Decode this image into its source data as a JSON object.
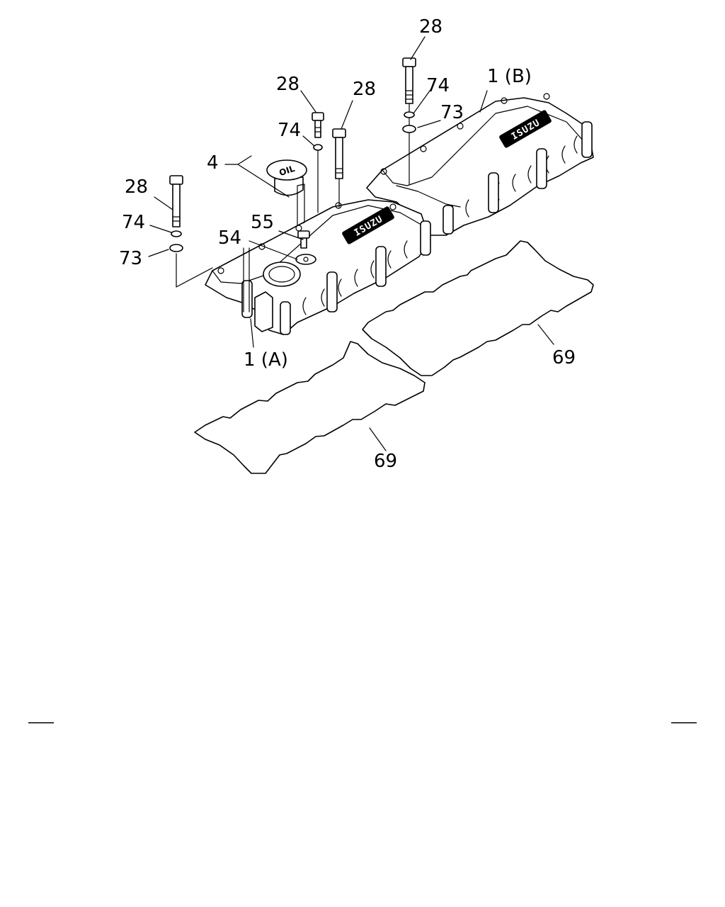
{
  "callouts": {
    "c28_top": "28",
    "c28_mid": "28",
    "c28_right": "28",
    "c28_left": "28",
    "c74_a": "74",
    "c74_b": "74",
    "c74_c": "74",
    "c73_a": "73",
    "c73_b": "73",
    "c4": "4",
    "c55": "55",
    "c54": "54",
    "c1a": "1 (A)",
    "c1b": "1 (B)",
    "c69_a": "69",
    "c69_b": "69"
  },
  "cap_text": "OIL",
  "logo_text": "ISUZU",
  "icons": {
    "valve_cover": "valve-cover-icon",
    "gasket": "gasket-icon",
    "bolt": "bolt-icon",
    "washer": "washer-icon",
    "oil_cap": "oil-cap-icon"
  }
}
